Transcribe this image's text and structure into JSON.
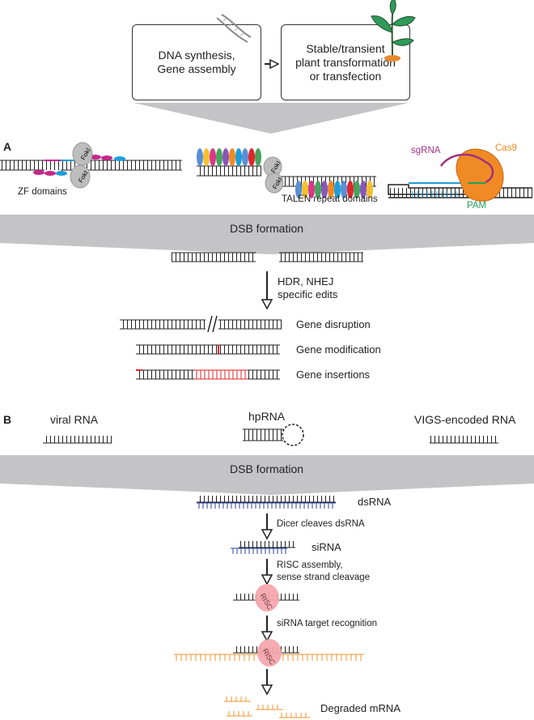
{
  "top": {
    "box_left": "DNA synthesis, Gene assembly",
    "box_left_line1": "DNA synthesis,",
    "box_left_line2": "Gene assembly",
    "box_right_line1": "Stable/transient",
    "box_right_line2": "plant transformation",
    "box_right_line3": "or transfection"
  },
  "section_a": {
    "letter": "A",
    "zf_label": "ZF domains",
    "fok1_label": "FokI",
    "talen_label": "TALEN repeat domains",
    "sgrna_label": "sgRNA",
    "cas9_label": "Cas9",
    "pam_label": "PAM",
    "banner": "DSB formation",
    "repair_line1": "HDR, NHEJ",
    "repair_line2": "specific edits",
    "outcomes": [
      "Gene disruption",
      "Gene modification",
      "Gene insertions"
    ]
  },
  "section_b": {
    "letter": "B",
    "sources": [
      "viral RNA",
      "hpRNA",
      "VIGS-encoded RNA"
    ],
    "banner": "DSB formation",
    "dsrna": "dsRNA",
    "step1": "Dicer cleaves dsRNA",
    "sirna": "siRNA",
    "step2_line1": "RISC assembly,",
    "step2_line2": "sense strand cleavage",
    "risc": "RISC",
    "step3": "siRNA target recognition",
    "result": "Degraded mRNA"
  },
  "colors": {
    "banner": "#c4c4c6",
    "cas9": "#f08a24",
    "sgrna": "#a0307f",
    "pam": "#22a05a",
    "red_edit": "#e0262a",
    "sirna_blue": "#2b3f9e",
    "mrna_orange": "#f0932a",
    "risc": "#f4a7ad",
    "fok1": "#bdbdbd"
  }
}
